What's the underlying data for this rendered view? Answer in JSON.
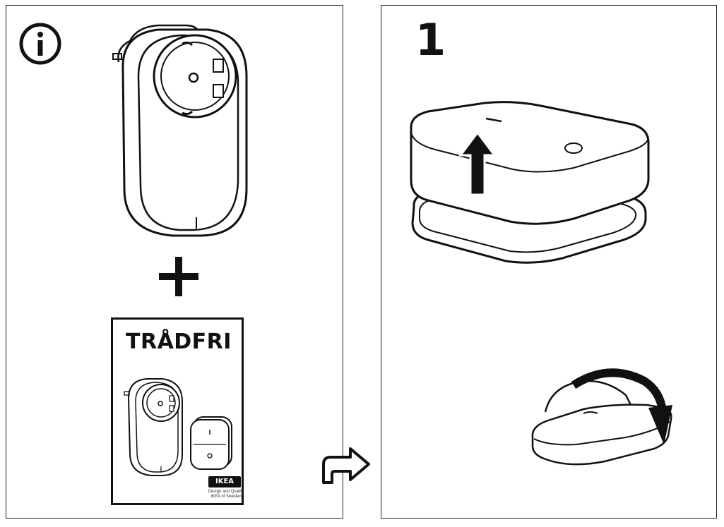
{
  "left_panel": {
    "booklet": {
      "title": "TRÅDFRI",
      "brand": "IKEA",
      "tagline": "Design and Quality IKEA of Sweden"
    }
  },
  "right_panel": {
    "step_number": "1"
  },
  "icons": {
    "info": "info-icon",
    "plus": "plus-icon",
    "next_page": "turn-page-arrow-icon",
    "lift": "up-arrow-icon",
    "rotate": "curved-arrow-icon"
  }
}
